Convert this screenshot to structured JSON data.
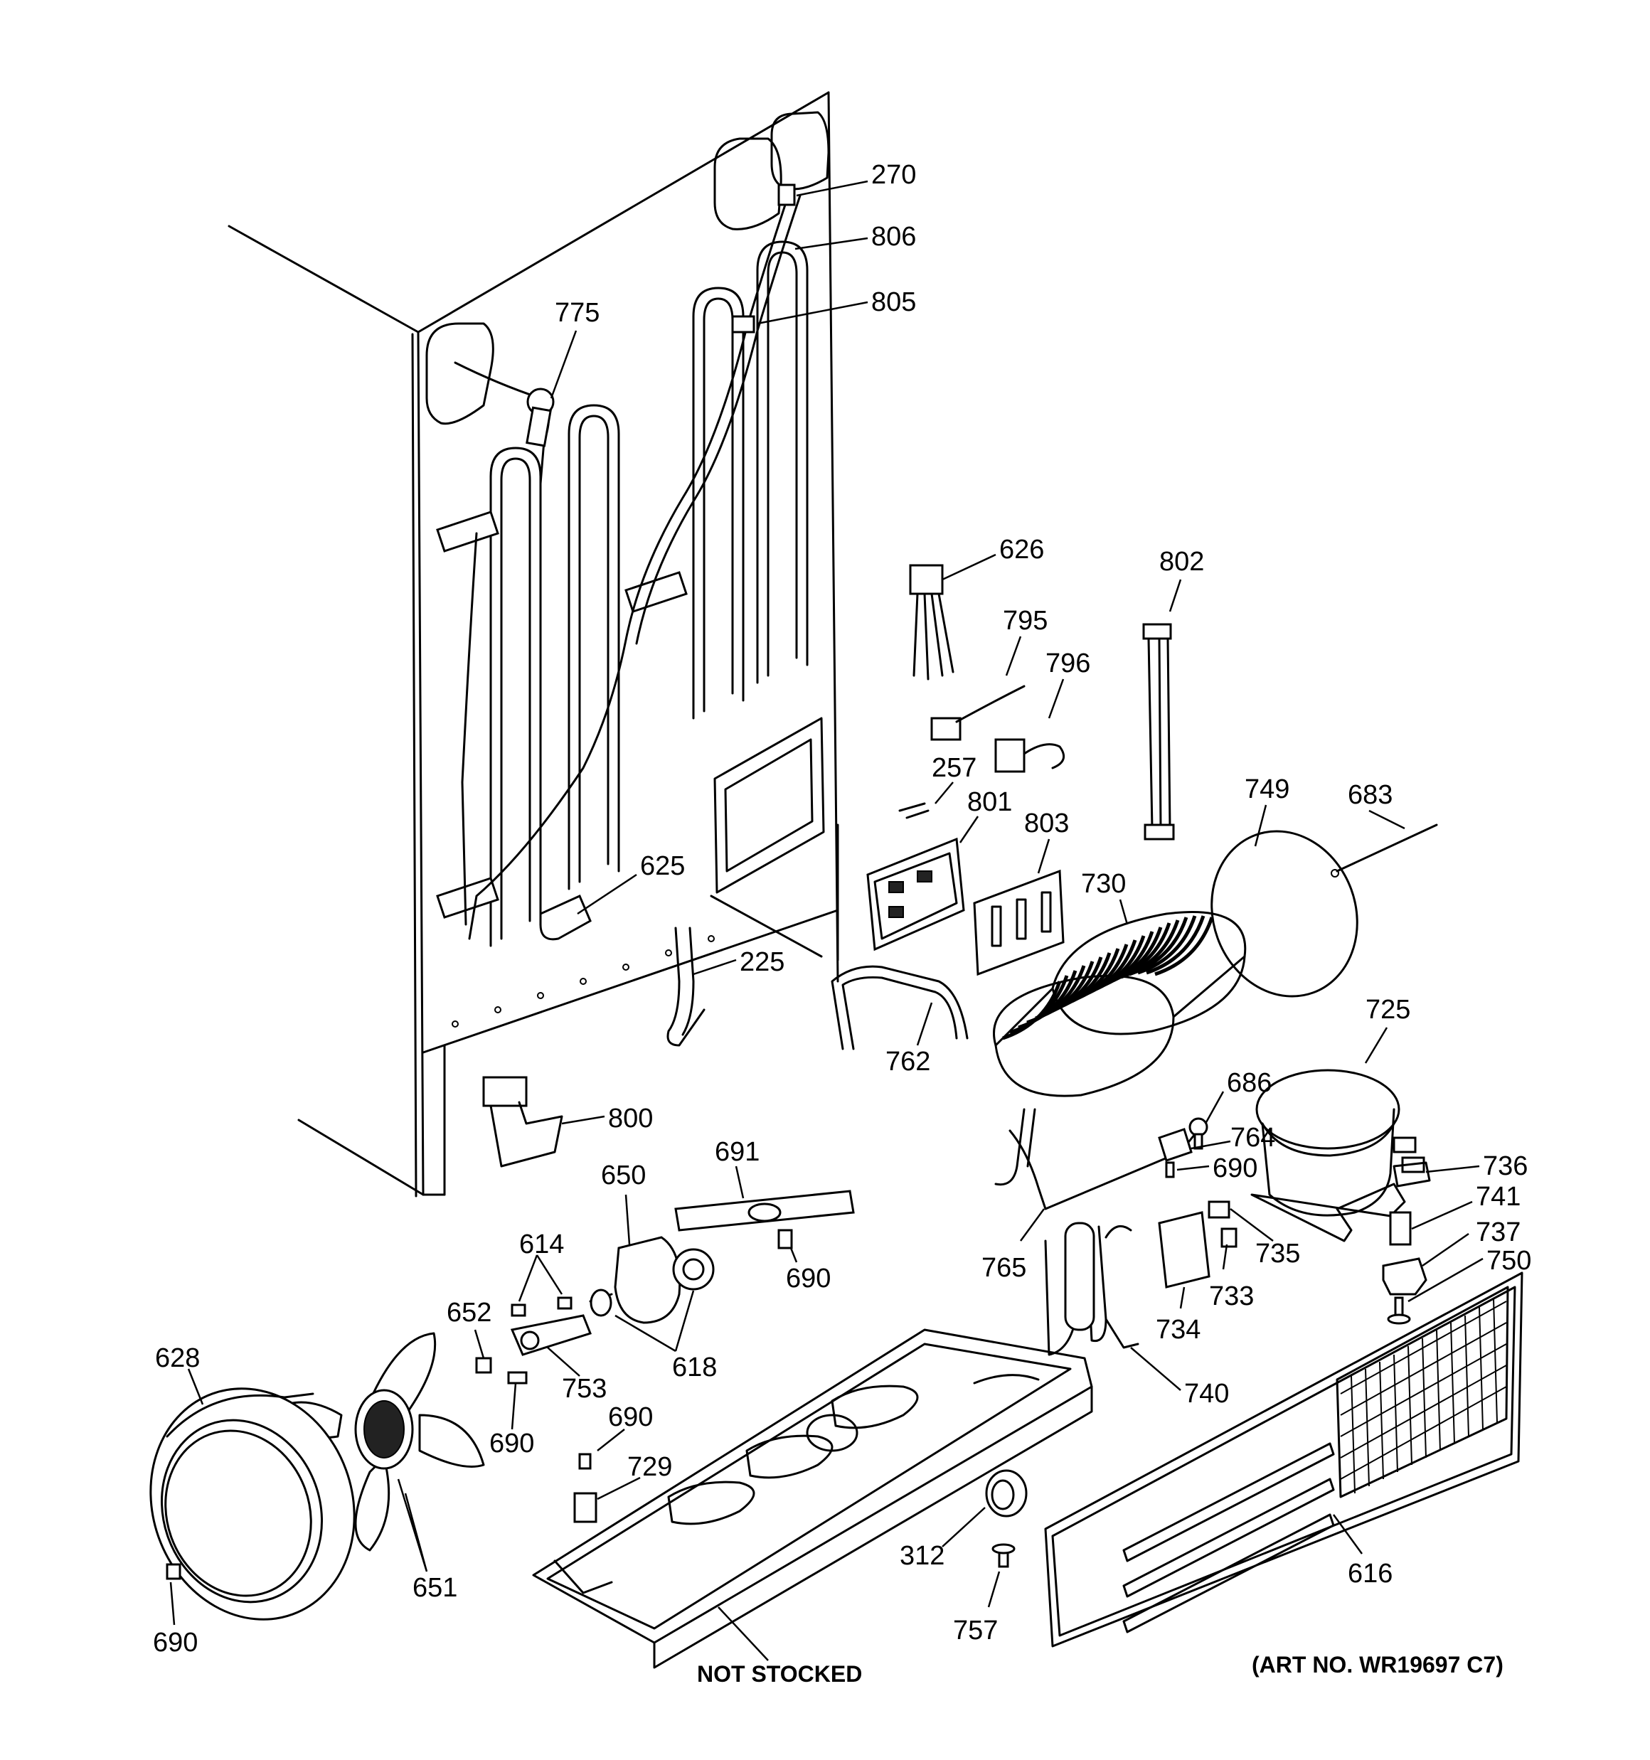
{
  "callouts": [
    {
      "id": "c270",
      "text": "270"
    },
    {
      "id": "c806",
      "text": "806"
    },
    {
      "id": "c805",
      "text": "805"
    },
    {
      "id": "c775",
      "text": "775"
    },
    {
      "id": "c626",
      "text": "626"
    },
    {
      "id": "c802",
      "text": "802"
    },
    {
      "id": "c795",
      "text": "795"
    },
    {
      "id": "c796",
      "text": "796"
    },
    {
      "id": "c257",
      "text": "257"
    },
    {
      "id": "c801",
      "text": "801"
    },
    {
      "id": "c803",
      "text": "803"
    },
    {
      "id": "c749",
      "text": "749"
    },
    {
      "id": "c683",
      "text": "683"
    },
    {
      "id": "c625",
      "text": "625"
    },
    {
      "id": "c730",
      "text": "730"
    },
    {
      "id": "c225",
      "text": "225"
    },
    {
      "id": "c725",
      "text": "725"
    },
    {
      "id": "c762",
      "text": "762"
    },
    {
      "id": "c686",
      "text": "686"
    },
    {
      "id": "c800",
      "text": "800"
    },
    {
      "id": "c764",
      "text": "764"
    },
    {
      "id": "c736",
      "text": "736"
    },
    {
      "id": "c691",
      "text": "691"
    },
    {
      "id": "c690a",
      "text": "690"
    },
    {
      "id": "c741",
      "text": "741"
    },
    {
      "id": "c650",
      "text": "650"
    },
    {
      "id": "c737",
      "text": "737"
    },
    {
      "id": "c735",
      "text": "735"
    },
    {
      "id": "c750",
      "text": "750"
    },
    {
      "id": "c765",
      "text": "765"
    },
    {
      "id": "c614",
      "text": "614"
    },
    {
      "id": "c690b",
      "text": "690"
    },
    {
      "id": "c733",
      "text": "733"
    },
    {
      "id": "c652",
      "text": "652"
    },
    {
      "id": "c734",
      "text": "734"
    },
    {
      "id": "c618",
      "text": "618"
    },
    {
      "id": "c628",
      "text": "628"
    },
    {
      "id": "c753",
      "text": "753"
    },
    {
      "id": "c740",
      "text": "740"
    },
    {
      "id": "c690c",
      "text": "690"
    },
    {
      "id": "c690d",
      "text": "690"
    },
    {
      "id": "c729",
      "text": "729"
    },
    {
      "id": "c651",
      "text": "651"
    },
    {
      "id": "c312",
      "text": "312"
    },
    {
      "id": "c616",
      "text": "616"
    },
    {
      "id": "c690e",
      "text": "690"
    },
    {
      "id": "c757",
      "text": "757"
    }
  ],
  "notes": {
    "not_stocked": "NOT STOCKED",
    "art_no": "(ART NO. WR19697 C7)"
  }
}
